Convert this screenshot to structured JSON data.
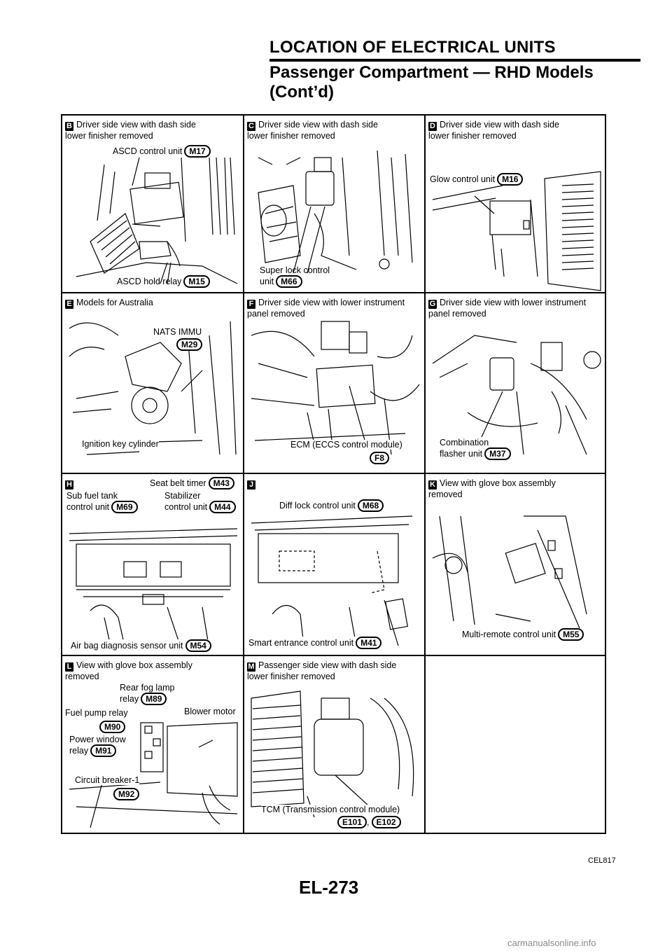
{
  "header": {
    "section_title": "LOCATION OF ELECTRICAL UNITS",
    "subtitle_line1": "Passenger Compartment — RHD Models",
    "subtitle_line2": "(Cont’d)"
  },
  "panels": {
    "B": {
      "letter": "B",
      "title": "Driver side view with dash side\nlower finisher removed",
      "labels": [
        {
          "text": "ASCD control unit",
          "code": "M17"
        },
        {
          "text": "ASCD hold relay",
          "code": "M15"
        }
      ]
    },
    "C": {
      "letter": "C",
      "title": "Driver side view with dash side\nlower finisher removed",
      "labels": [
        {
          "text": "Super lock control\nunit",
          "code": "M66"
        }
      ]
    },
    "D": {
      "letter": "D",
      "title": "Driver side view with dash side\nlower finisher removed",
      "labels": [
        {
          "text": "Glow control unit",
          "code": "M16"
        }
      ]
    },
    "E": {
      "letter": "E",
      "title": "Models for Australia",
      "labels": [
        {
          "text": "NATS IMMU",
          "code": "M29"
        },
        {
          "text": "Ignition key cylinder",
          "code": ""
        }
      ]
    },
    "F": {
      "letter": "F",
      "title": "Driver side view with lower instrument\npanel removed",
      "labels": [
        {
          "text": "ECM (ECCS control module)",
          "code": "F8"
        }
      ]
    },
    "G": {
      "letter": "G",
      "title": "Driver side view with lower instrument\npanel removed",
      "labels": [
        {
          "text": "Combination\nflasher unit",
          "code": "M37"
        }
      ]
    },
    "H": {
      "letter": "H",
      "title": "",
      "labels": [
        {
          "text": "Seat belt timer",
          "code": "M43"
        },
        {
          "text": "Sub fuel tank\ncontrol unit",
          "code": "M69"
        },
        {
          "text": "Stabilizer\ncontrol unit",
          "code": "M44"
        },
        {
          "text": "Air bag diagnosis sensor unit",
          "code": "M54"
        }
      ]
    },
    "J": {
      "letter": "J",
      "title": "",
      "labels": [
        {
          "text": "Diff lock control unit",
          "code": "M68"
        },
        {
          "text": "Smart entrance control unit",
          "code": "M41"
        }
      ]
    },
    "K": {
      "letter": "K",
      "title": "View with glove box assembly\nremoved",
      "labels": [
        {
          "text": "Multi-remote control unit",
          "code": "M55"
        }
      ]
    },
    "L": {
      "letter": "L",
      "title": "View with glove box assembly\nremoved",
      "labels": [
        {
          "text": "Rear fog lamp\nrelay",
          "code": "M89"
        },
        {
          "text": "Fuel pump relay",
          "code": ""
        },
        {
          "text": "Blower motor",
          "code": ""
        },
        {
          "text": "",
          "code": "M90"
        },
        {
          "text": "Power window\nrelay",
          "code": "M91"
        },
        {
          "text": "Circuit breaker-1",
          "code": ""
        },
        {
          "text": "",
          "code": "M92"
        }
      ]
    },
    "M": {
      "letter": "M",
      "title": "Passenger side view with dash side\nlower finisher removed",
      "labels": [
        {
          "text": "TCM (Transmission control module)",
          "code": ""
        },
        {
          "text": "",
          "code": "E101"
        },
        {
          "text": ",",
          "code": ""
        },
        {
          "text": "",
          "code": "E102"
        }
      ]
    }
  },
  "figure_code": "CEL817",
  "page_number": "EL-273",
  "watermark": "carmanualsonline.info"
}
